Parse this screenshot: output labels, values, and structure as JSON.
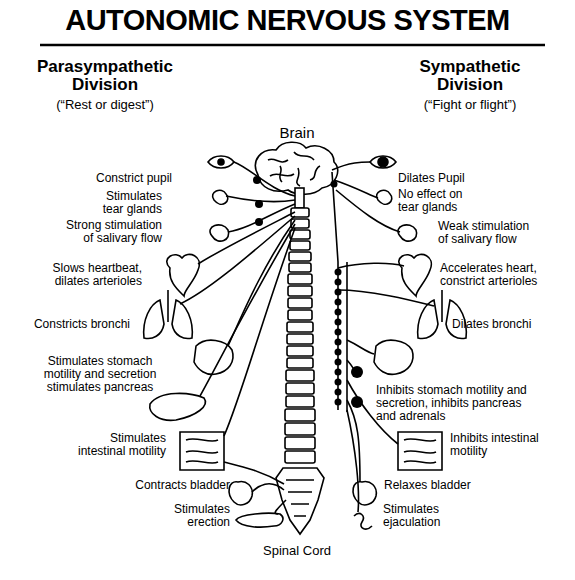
{
  "diagram": {
    "title": "AUTONOMIC NERVOUS SYSTEM",
    "labels": [
      "Parasympathetic Division",
      "(“Rest or digest”)",
      "Sympathetic Division",
      "(“Fight or flight”)",
      "Brain",
      "Constrict pupil",
      "Dilates Pupil",
      "Stimulates tear glands",
      "No effect on tear glands",
      "Strong stimulation of salivary flow",
      "Weak stimulation of salivary flow",
      "Slows heartbeat, dilates arterioles",
      "Accelerates heart, constrict arterioles",
      "Constricts bronchi",
      "Dilates bronchi",
      "Stimulates stomach motility and secretion stimulates pancreas",
      "Inhibits stomach motility and secretion, inhibits pancreas and adrenals",
      "Stimulates intestinal motility",
      "Inhibits intestinal motility",
      "Contracts bladder",
      "Relaxes bladder",
      "Stimulates erection",
      "Stimulates ejaculation",
      "Spinal Cord"
    ]
  }
}
